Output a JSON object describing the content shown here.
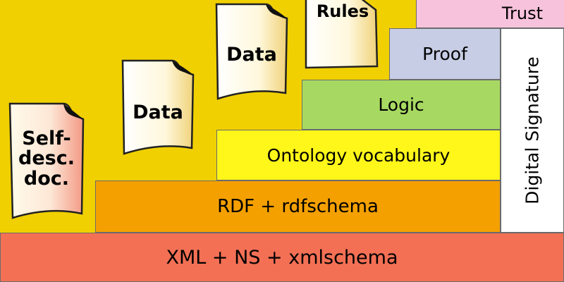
{
  "layers": {
    "xml": {
      "label": "XML + NS + xmlschema",
      "color": "#f37055"
    },
    "rdf": {
      "label": "RDF + rdfschema",
      "color": "#f4a000"
    },
    "ontology": {
      "label": "Ontology vocabulary",
      "color": "#fff61a"
    },
    "logic": {
      "label": "Logic",
      "color": "#a7d962"
    },
    "proof": {
      "label": "Proof",
      "color": "#c6cde5"
    },
    "trust": {
      "label": "Trust",
      "color": "#f7c2dc"
    }
  },
  "signature": {
    "label": "Digital Signature",
    "color": "#ffffff"
  },
  "documents": {
    "selfdesc": {
      "lines": [
        "Self-",
        "desc.",
        "doc."
      ]
    },
    "data1": {
      "label": "Data"
    },
    "data2": {
      "label": "Data"
    },
    "rules": {
      "label": "Rules"
    }
  },
  "background_color": "#f0d000"
}
